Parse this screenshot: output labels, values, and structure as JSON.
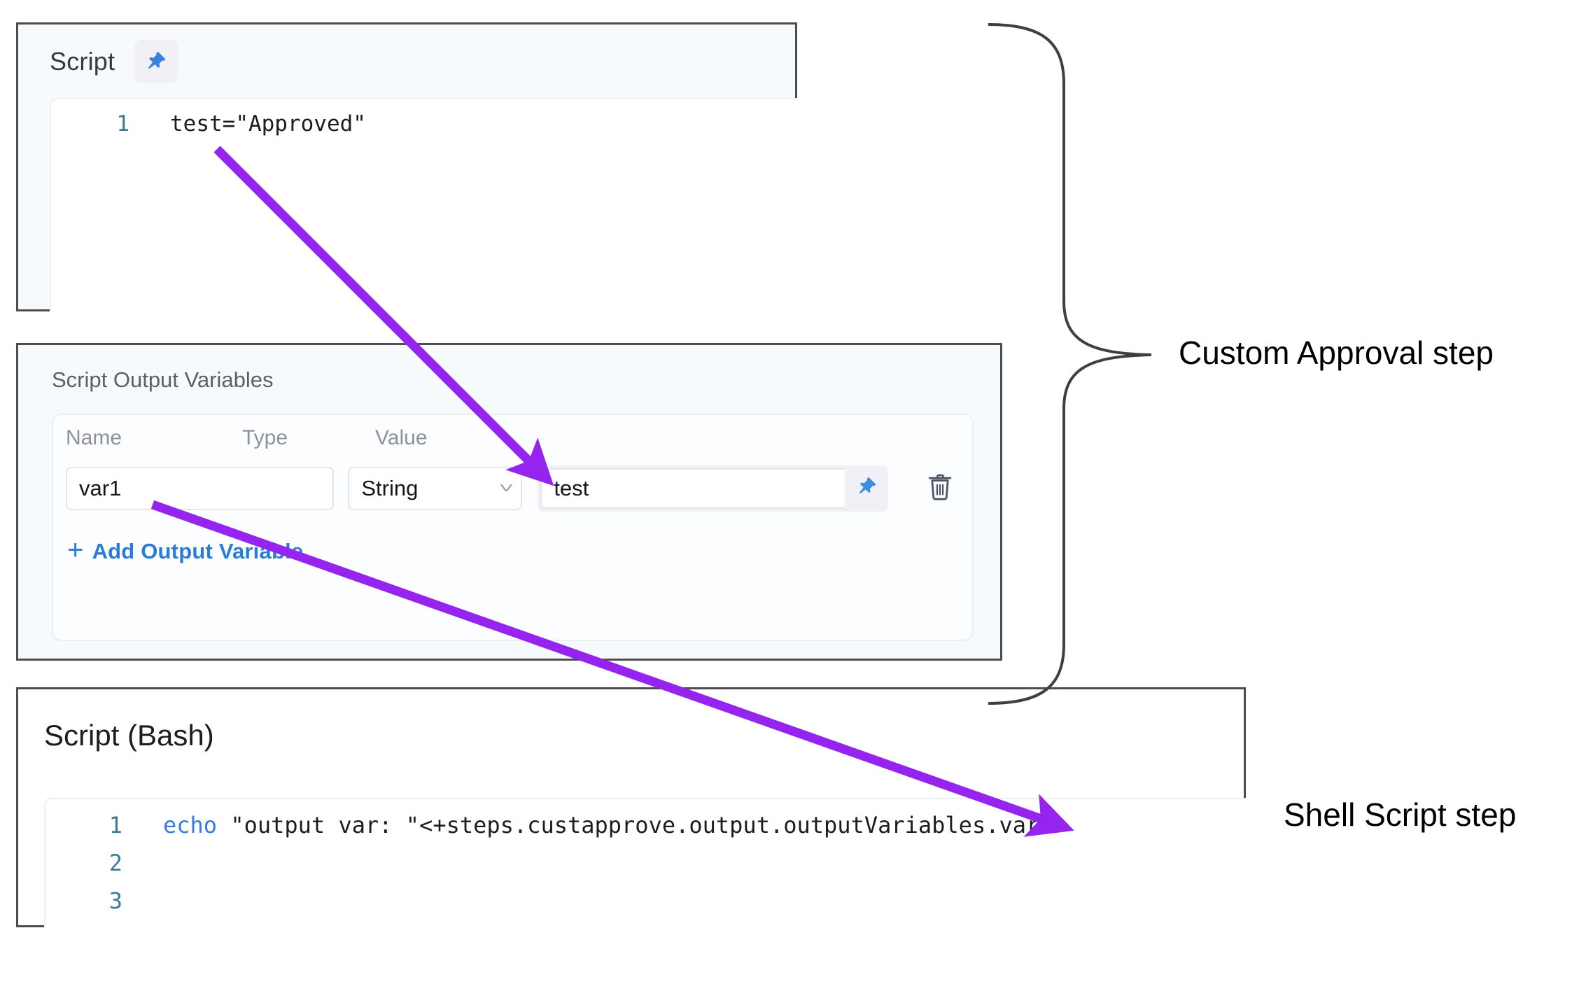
{
  "script_panel": {
    "title": "Script",
    "pin_icon": "pin-icon",
    "code": {
      "language": "bash",
      "lines": [
        {
          "number": "1",
          "text": "test=\"Approved\""
        }
      ]
    }
  },
  "output_variables_panel": {
    "title": "Script Output Variables",
    "columns": {
      "name": "Name",
      "type": "Type",
      "value": "Value"
    },
    "rows": [
      {
        "name": "var1",
        "type": "String",
        "value": "test",
        "pin_icon": "pin-icon",
        "delete_icon": "trash-icon",
        "chevron_icon": "chevron-down-icon"
      }
    ],
    "add_variable_label": "Add Output Variable",
    "add_variable_plus": "+",
    "link_color": "#2a7cd6"
  },
  "bash_panel": {
    "title": "Script (Bash)",
    "code": {
      "lines": [
        {
          "number": "1",
          "keyword": "echo",
          "text": " \"output var: \"<+steps.custapprove.output.outputVariables.var1>"
        },
        {
          "number": "2",
          "keyword": "",
          "text": ""
        },
        {
          "number": "3",
          "keyword": "",
          "text": ""
        }
      ]
    }
  },
  "annotations": {
    "brace_label": "Custom Approval step",
    "shell_label": "Shell Script step",
    "arrow_color": "#9624ef",
    "brace_color": "#3f3f3f",
    "arrows": [
      {
        "name": "arrow-script-to-value",
        "from": "test=\"Approved\"",
        "to": "Value"
      },
      {
        "name": "arrow-var1-to-expression",
        "from": "var1",
        "to": "outputVariables.var1"
      }
    ]
  }
}
